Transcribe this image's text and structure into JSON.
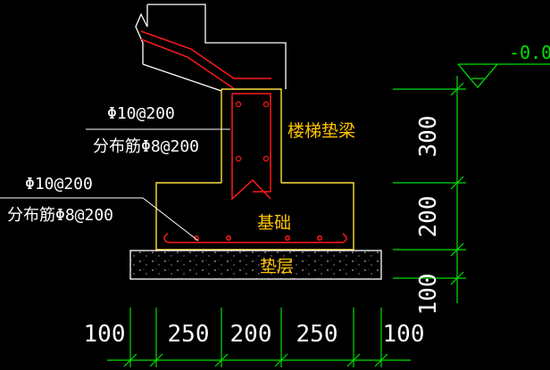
{
  "annotations": {
    "beam_main": "Φ10@200",
    "beam_dist": "分布筋Φ8@200",
    "found_main": "Φ10@200",
    "found_dist": "分布筋Φ8@200"
  },
  "labels": {
    "pad_beam": "楼梯垫梁",
    "foundation": "基础",
    "cushion": "垫层"
  },
  "level": {
    "value": "-0.0"
  },
  "dims_vertical": [
    "300",
    "200",
    "100"
  ],
  "dims_horizontal": [
    "100",
    "250",
    "200",
    "250",
    "100"
  ],
  "colors": {
    "background": "#000000",
    "outline": "#ffe040",
    "rebar": "#ff1a1a",
    "dimension": "#00e000",
    "label": "#ffc400"
  }
}
